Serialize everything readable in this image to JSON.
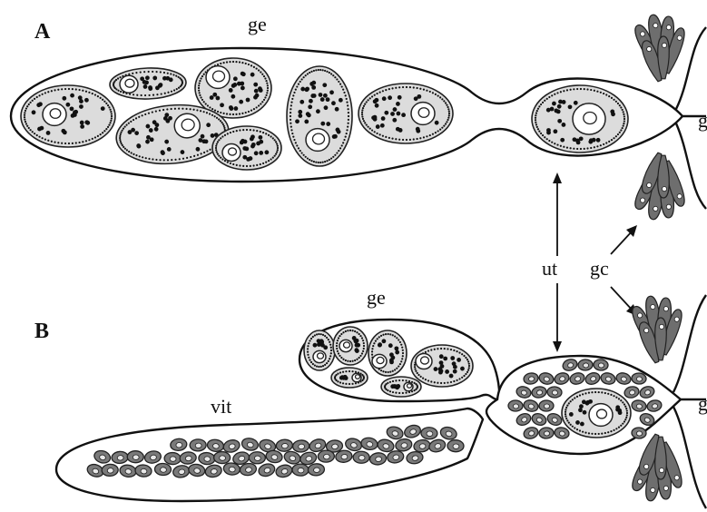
{
  "panels": {
    "a": {
      "label": "A",
      "germarium_label": "ge"
    },
    "b": {
      "label": "B",
      "germarium_label": "ge",
      "vitellarium_label": "vit"
    }
  },
  "shared_labels": {
    "uterus": "ut",
    "gland_cells": "gc",
    "edge_fragment_top": "g",
    "edge_fragment_bottom": "g"
  },
  "colors": {
    "outline": "#111111",
    "oocyte_fill": "#dcdcdc",
    "vitelline_cell_fill": "#7a7a7a",
    "gland_cell_fill": "#6e6e6e"
  }
}
